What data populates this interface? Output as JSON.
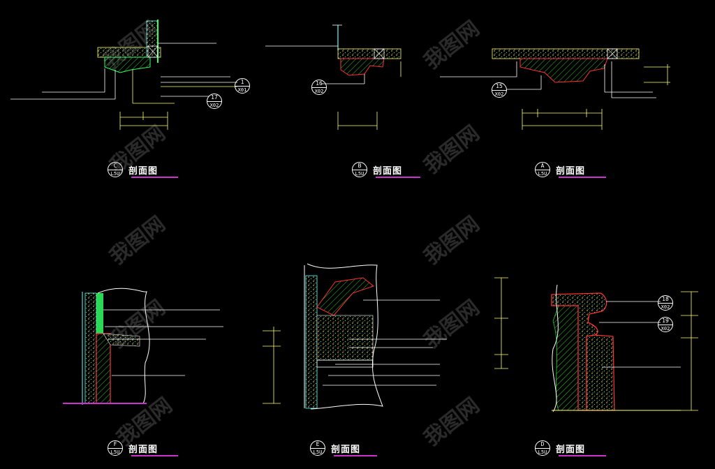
{
  "sections": [
    {
      "id": "C",
      "letter": "C",
      "sheet": "L5U",
      "title": "剖面图"
    },
    {
      "id": "B",
      "letter": "B",
      "sheet": "L5U",
      "title": "剖面图"
    },
    {
      "id": "A",
      "letter": "A",
      "sheet": "L5U",
      "title": "剖面图"
    },
    {
      "id": "F",
      "letter": "F",
      "sheet": "L5U",
      "title": "剖面图"
    },
    {
      "id": "E",
      "letter": "E",
      "sheet": "L5U",
      "title": "剖面图"
    },
    {
      "id": "D",
      "letter": "D",
      "sheet": "L5U",
      "title": "剖面图"
    }
  ],
  "detail_bubbles": [
    {
      "id": "c1",
      "top": "1",
      "bottom": "X01"
    },
    {
      "id": "c2",
      "top": "17",
      "bottom": "X02"
    },
    {
      "id": "b1",
      "top": "16",
      "bottom": "X02"
    },
    {
      "id": "a1",
      "top": "15",
      "bottom": "X02"
    },
    {
      "id": "d1",
      "top": "18",
      "bottom": "X02"
    },
    {
      "id": "d2",
      "top": "19",
      "bottom": "X02"
    }
  ],
  "watermark": "我图网",
  "colors": {
    "background": "#000000",
    "line_white": "#ffffff",
    "line_yellow": "#ffff66",
    "line_green": "#33ff66",
    "line_cyan": "#66ffff",
    "line_red": "#ff3333",
    "underline_magenta": "#cc33cc"
  }
}
